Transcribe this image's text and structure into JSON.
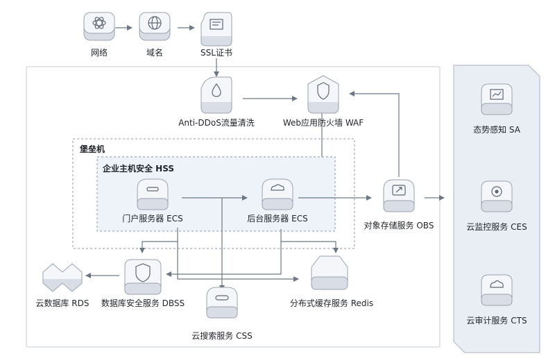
{
  "labels": {
    "network": "网络",
    "domain": "域名",
    "ssl": "SSL证书",
    "anti_ddos": "Anti-DDoS流量清洗",
    "waf": "Web应用防火墙 WAF",
    "bastion": "堡垒机",
    "hss": "企业主机安全 HSS",
    "portal_ecs": "门户服务器 ECS",
    "backend_ecs": "后台服务器 ECS",
    "obs": "对象存储服务 OBS",
    "rds": "云数据库 RDS",
    "dbss": "数据库安全服务 DBSS",
    "css": "云搜索服务 CSS",
    "redis": "分布式缓存服务 Redis",
    "sa": "态势感知 SA",
    "ces": "云监控服务 CES",
    "cts": "云审计服务 CTS"
  },
  "colors": {
    "node_top": "#f4f6f9",
    "node_side": "#d9dee6",
    "node_stroke": "#9aa3b0",
    "arrow": "#6b7785",
    "hss_fill": "#eef3f9",
    "right_panel_fill": "#e9eef4",
    "dashed": "#8c96a3"
  }
}
